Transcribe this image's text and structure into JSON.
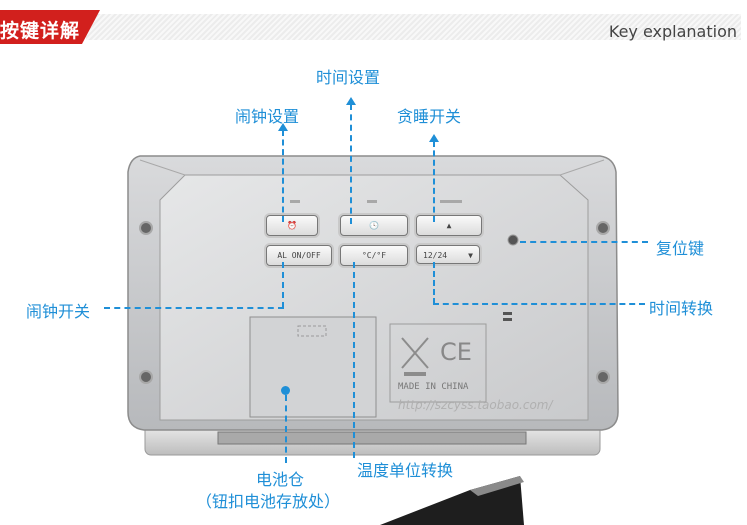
{
  "header": {
    "title": "按键详解",
    "subtitle": "Key explanation"
  },
  "labels": {
    "time_setting": "时间设置",
    "alarm_setting": "闹钟设置",
    "snooze_switch": "贪睡开关",
    "reset_key": "复位键",
    "alarm_switch": "闹钟开关",
    "time_convert": "时间转换",
    "battery_line1": "电池仓",
    "battery_line2": "（钮扣电池存放处）",
    "temp_convert": "温度单位转换"
  },
  "device": {
    "btn_alarm_on_off": "AL ON/OFF",
    "btn_temp_unit": "°C/°F",
    "btn_time_format": "12/24",
    "made_in": "MADE IN CHINA",
    "ce_mark": "CE",
    "watermark": "http://szcyss.taobao.com/"
  },
  "colors": {
    "accent": "#1f8fd7",
    "header_red": "#d2201d"
  }
}
